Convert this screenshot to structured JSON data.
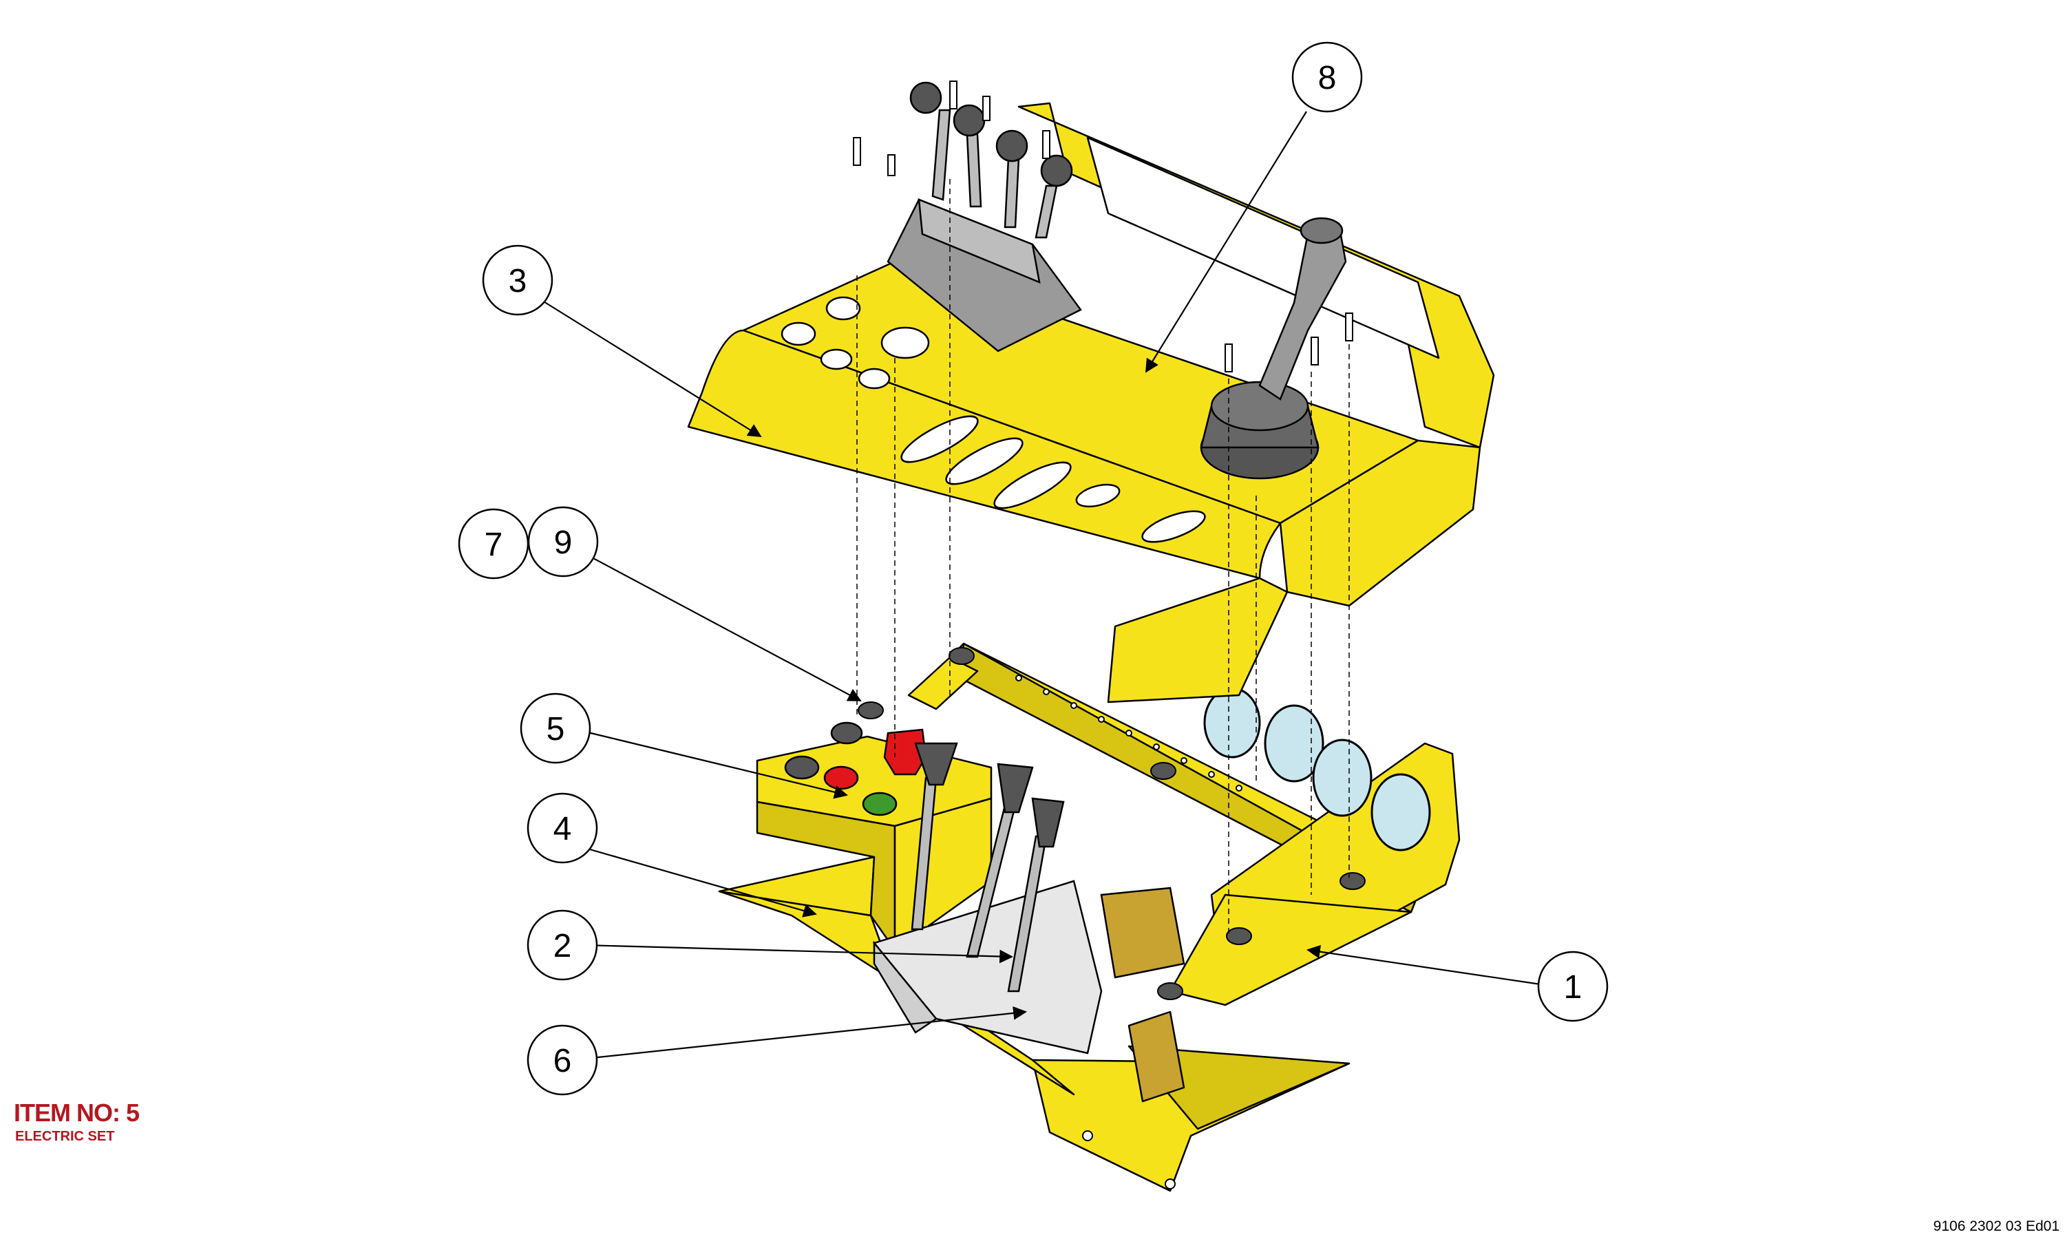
{
  "drawing": {
    "item_title": "ITEM NO: 5",
    "item_subtitle": "ELECTRIC SET",
    "drawing_number": "9106 2302 03 Ed01"
  },
  "callouts": {
    "c1": "1",
    "c2": "2",
    "c3": "3",
    "c4": "4",
    "c5": "5",
    "c6": "6",
    "c7": "7",
    "c8": "8",
    "c9": "9"
  },
  "colors": {
    "panel_yellow": "#f6e21a",
    "panel_shadow": "#d8c412",
    "lever_gray": "#9a9a9a",
    "knob_dark": "#555555",
    "button_red": "#e0161b",
    "button_green": "#3f9a2c",
    "gauge_blue": "#c9e6ee",
    "fitting_gold": "#c8a332",
    "title_red": "#b8161f"
  }
}
